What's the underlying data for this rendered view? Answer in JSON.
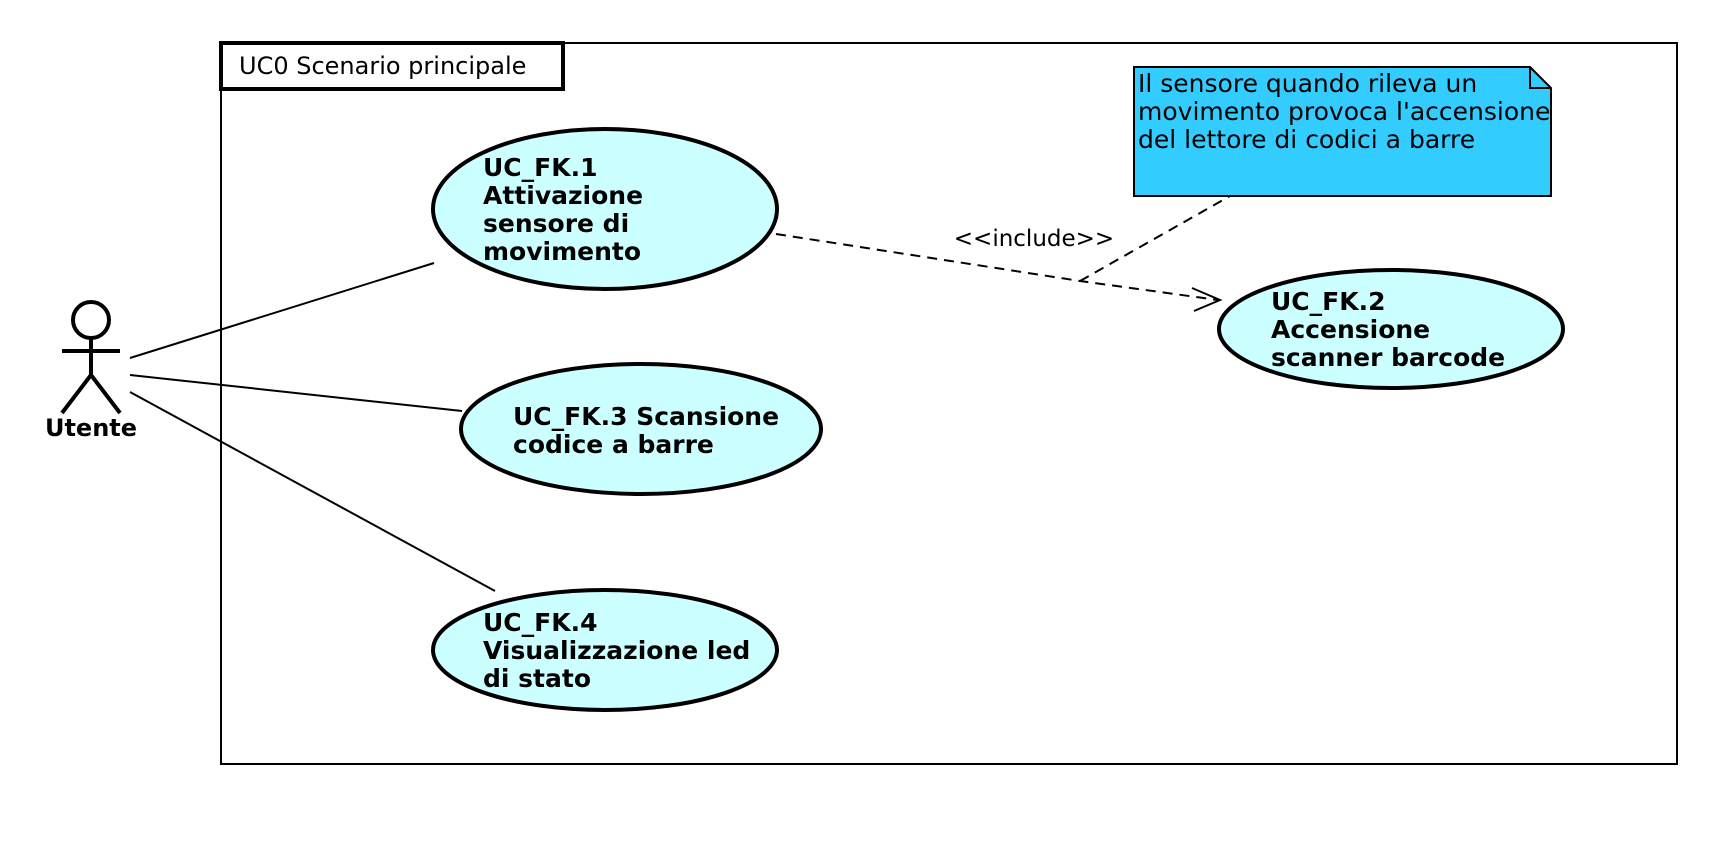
{
  "frame": {
    "title": "UC0 Scenario principale"
  },
  "actor": {
    "name": "Utente"
  },
  "use_cases": [
    {
      "id": "uc-fk-1",
      "lines": [
        "UC_FK.1",
        "Attivazione",
        "sensore di",
        "movimento"
      ]
    },
    {
      "id": "uc-fk-2",
      "lines": [
        "UC_FK.2",
        "Accensione",
        "scanner barcode"
      ]
    },
    {
      "id": "uc-fk-3",
      "lines": [
        "UC_FK.3 Scansione",
        "codice a barre"
      ]
    },
    {
      "id": "uc-fk-4",
      "lines": [
        "UC_FK.4",
        "Visualizzazione led",
        "di stato"
      ]
    }
  ],
  "include_relation": {
    "label": "<<include>>"
  },
  "note": {
    "lines": [
      "Il sensore quando rileva un",
      "movimento provoca l'accensione",
      "del lettore di codici a barre"
    ]
  },
  "colors": {
    "use_case_fill": "#ccffff",
    "note_fill": "#33ccff",
    "stroke": "#000000",
    "background": "#ffffff"
  }
}
